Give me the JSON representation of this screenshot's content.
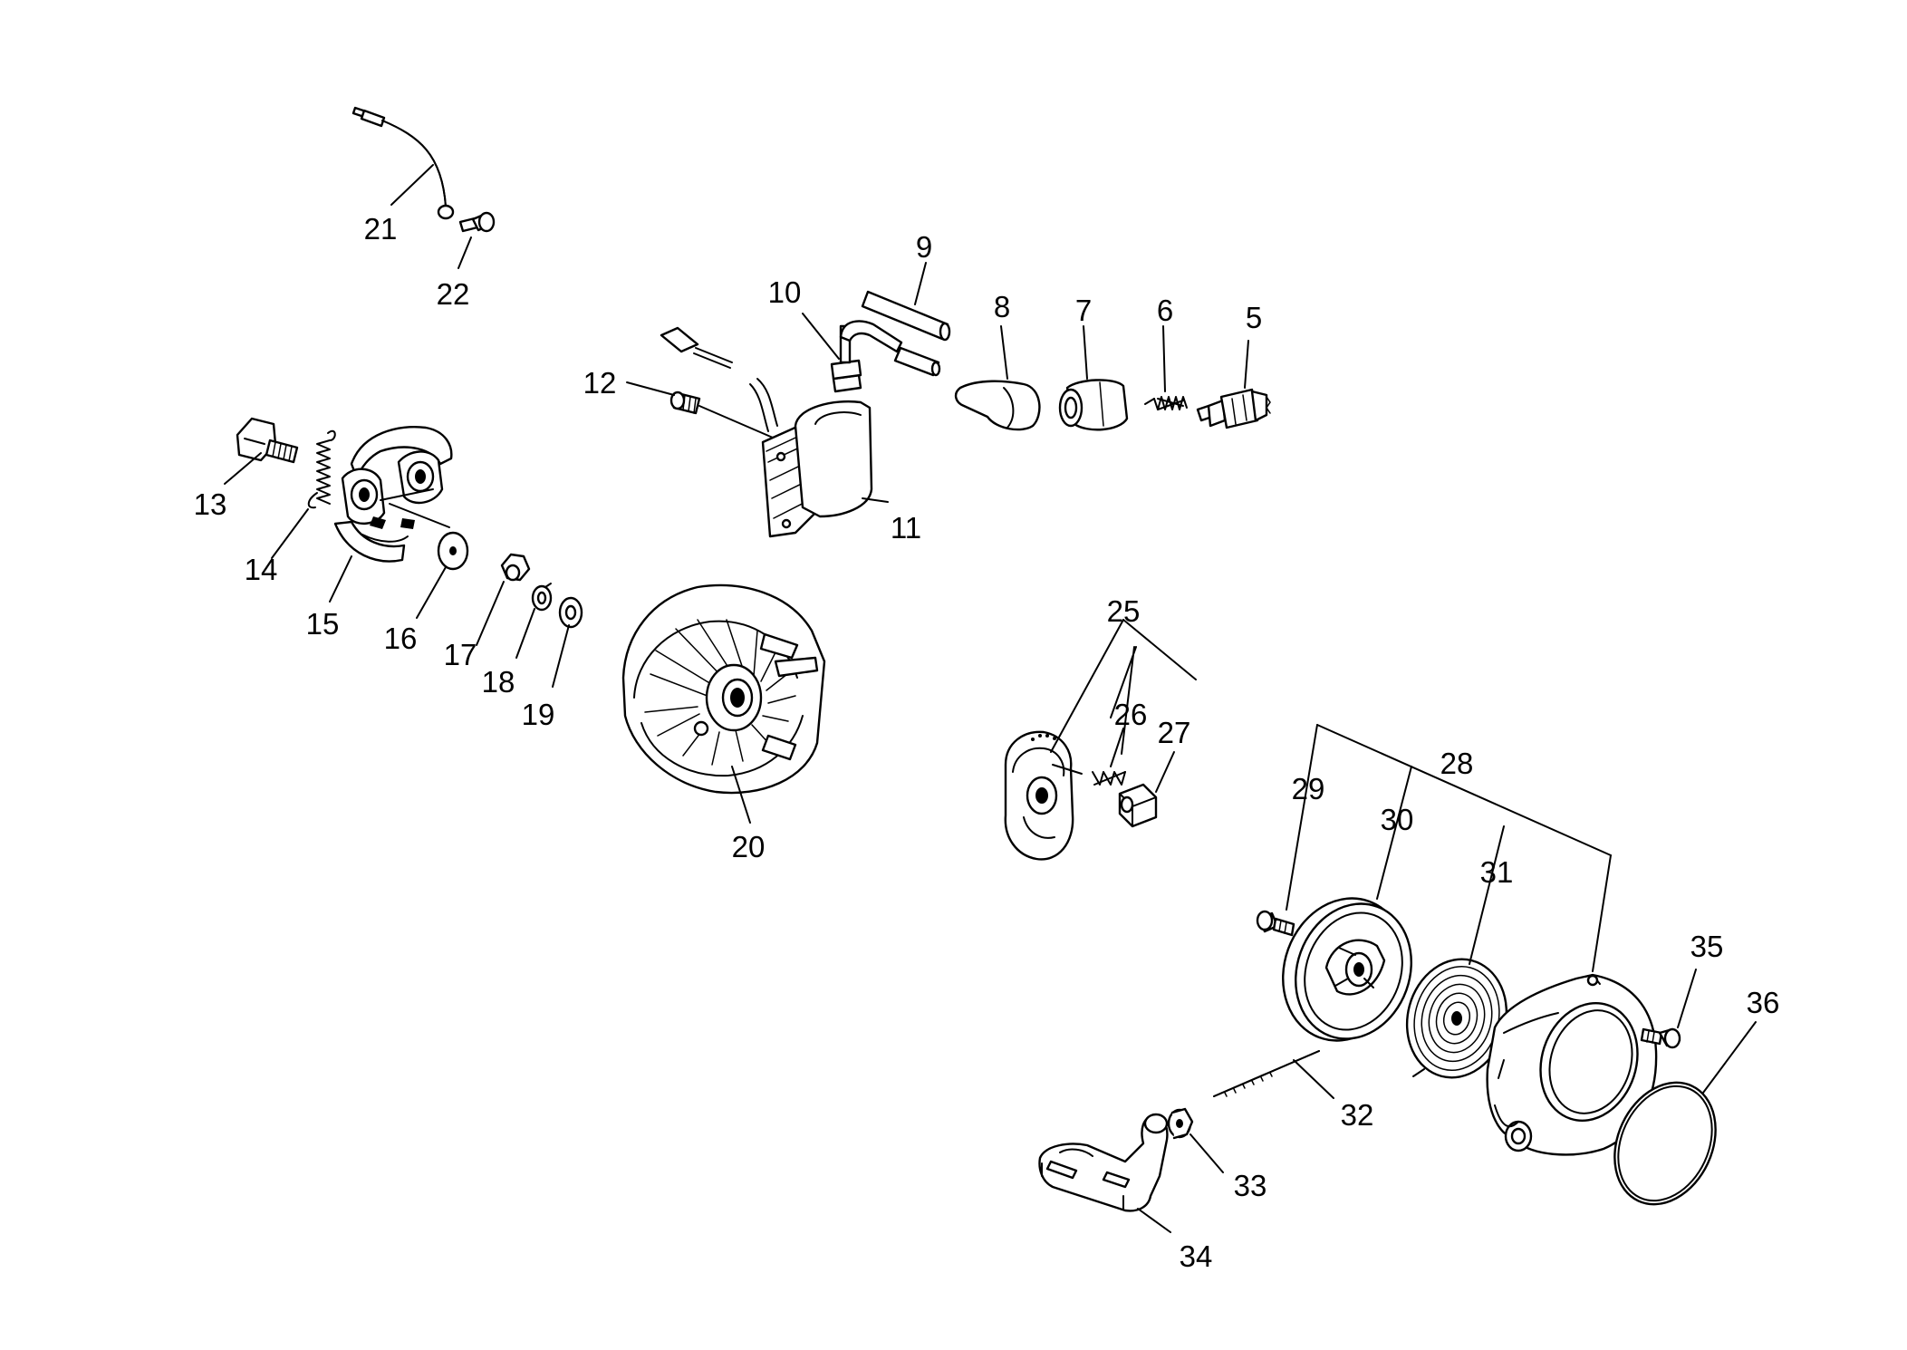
{
  "diagram": {
    "labels": {
      "p5": "5",
      "p6": "6",
      "p7": "7",
      "p8": "8",
      "p9": "9",
      "p10": "10",
      "p11": "11",
      "p12": "12",
      "p13": "13",
      "p14": "14",
      "p15": "15",
      "p16": "16",
      "p17": "17",
      "p18": "18",
      "p19": "19",
      "p20": "20",
      "p21": "21",
      "p22": "22",
      "p25": "25",
      "p26": "26",
      "p27": "27",
      "p28": "28",
      "p29": "29",
      "p30": "30",
      "p31": "31",
      "p32": "32",
      "p33": "33",
      "p34": "34",
      "p35": "35",
      "p36": "36"
    }
  }
}
